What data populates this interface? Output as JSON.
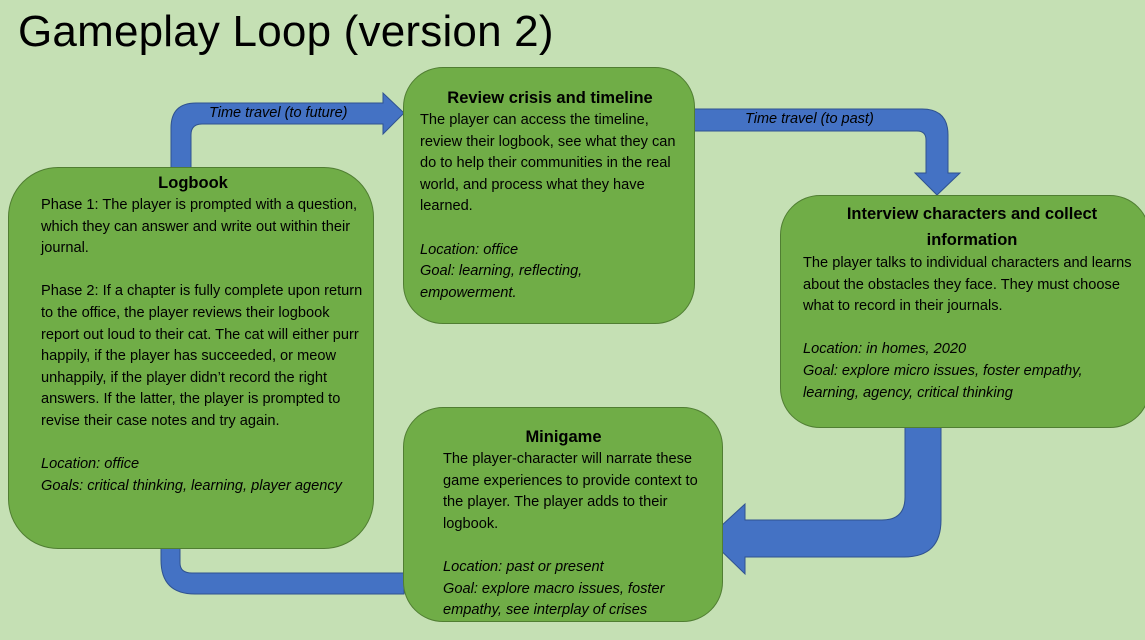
{
  "title": "Gameplay Loop (version 2)",
  "colors": {
    "background": "#c5e0b4",
    "box_fill": "#70ad47",
    "box_border": "#507e32",
    "arrow_fill": "#4472c4",
    "arrow_border": "#2f528f"
  },
  "arrows": [
    {
      "id": "logbook-to-review",
      "label": "Time travel (to future)",
      "from": "Logbook",
      "to": "Review crisis and timeline",
      "icon": "curved-arrow-right-icon"
    },
    {
      "id": "review-to-interview",
      "label": "Time travel (to past)",
      "from": "Review crisis and timeline",
      "to": "Interview characters and collect information",
      "icon": "curved-arrow-down-icon"
    },
    {
      "id": "interview-to-minigame",
      "label": "",
      "from": "Interview characters and collect information",
      "to": "Minigame",
      "icon": "curved-arrow-left-icon"
    },
    {
      "id": "minigame-to-logbook",
      "label": "",
      "from": "Minigame",
      "to": "Logbook",
      "icon": "curved-arrow-up-icon"
    }
  ],
  "boxes": {
    "review": {
      "heading": "Review crisis and timeline",
      "body": "The player can access the timeline, review their logbook, see what they can do to help their communities in the real world, and process what they have learned.",
      "location": "Location: office",
      "goal": "Goal: learning, reflecting, empowerment."
    },
    "interview": {
      "heading": "Interview characters and collect information",
      "body": "The player talks to individual characters and learns about the obstacles they face. They must choose what to record in their journals.",
      "location": "Location: in homes, 2020",
      "goal": "Goal: explore micro issues, foster empathy, learning, agency, critical thinking"
    },
    "logbook": {
      "heading": "Logbook",
      "phase1": "Phase 1: The player is prompted with a question, which they can answer and write out within their journal.",
      "phase2": "Phase 2: If a chapter is fully complete upon return to the office, the player reviews their logbook report out loud to their cat. The cat will either purr happily, if the player has succeeded, or meow unhappily, if the player didn’t record the right answers. If the latter, the player is prompted to revise their case notes and try again.",
      "location": "Location: office",
      "goal": "Goals: critical thinking, learning, player agency"
    },
    "minigame": {
      "heading": "Minigame",
      "body": "The player-character will narrate these game experiences to provide context to the player. The player adds to their logbook.",
      "location": "Location: past or present",
      "goal": "Goal: explore macro issues, foster empathy, see interplay of crises"
    }
  }
}
